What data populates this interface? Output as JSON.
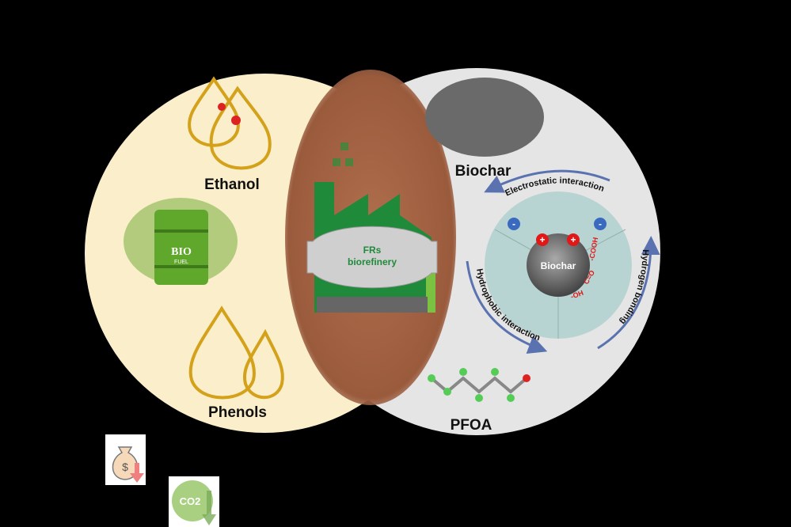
{
  "left_labels": {
    "ethanol": "Ethanol",
    "phenols": "Phenols",
    "bio": "BIO",
    "fuel": "FUEL"
  },
  "center": {
    "line1": "FRs",
    "line2": "biorefinery"
  },
  "right_labels": {
    "biochar": "Biochar",
    "pfoa": "PFOA",
    "core": "Biochar",
    "electrostatic": "Electrostatic interaction",
    "hydrophobic": "Hydrophobic interaction",
    "hydrogen": "Hydrogen bonding",
    "cooh": "-COOH",
    "co": "C=O",
    "oh": "-OH",
    "plus": "+",
    "minus": "-"
  },
  "icons": {
    "co2": "CO2"
  },
  "colors": {
    "left_bg": "#fbeecb",
    "right_bg": "#e6e6e6",
    "factory": "#1e8a3a",
    "arrow": "#5a72b0",
    "gold": "#d4a21a"
  }
}
